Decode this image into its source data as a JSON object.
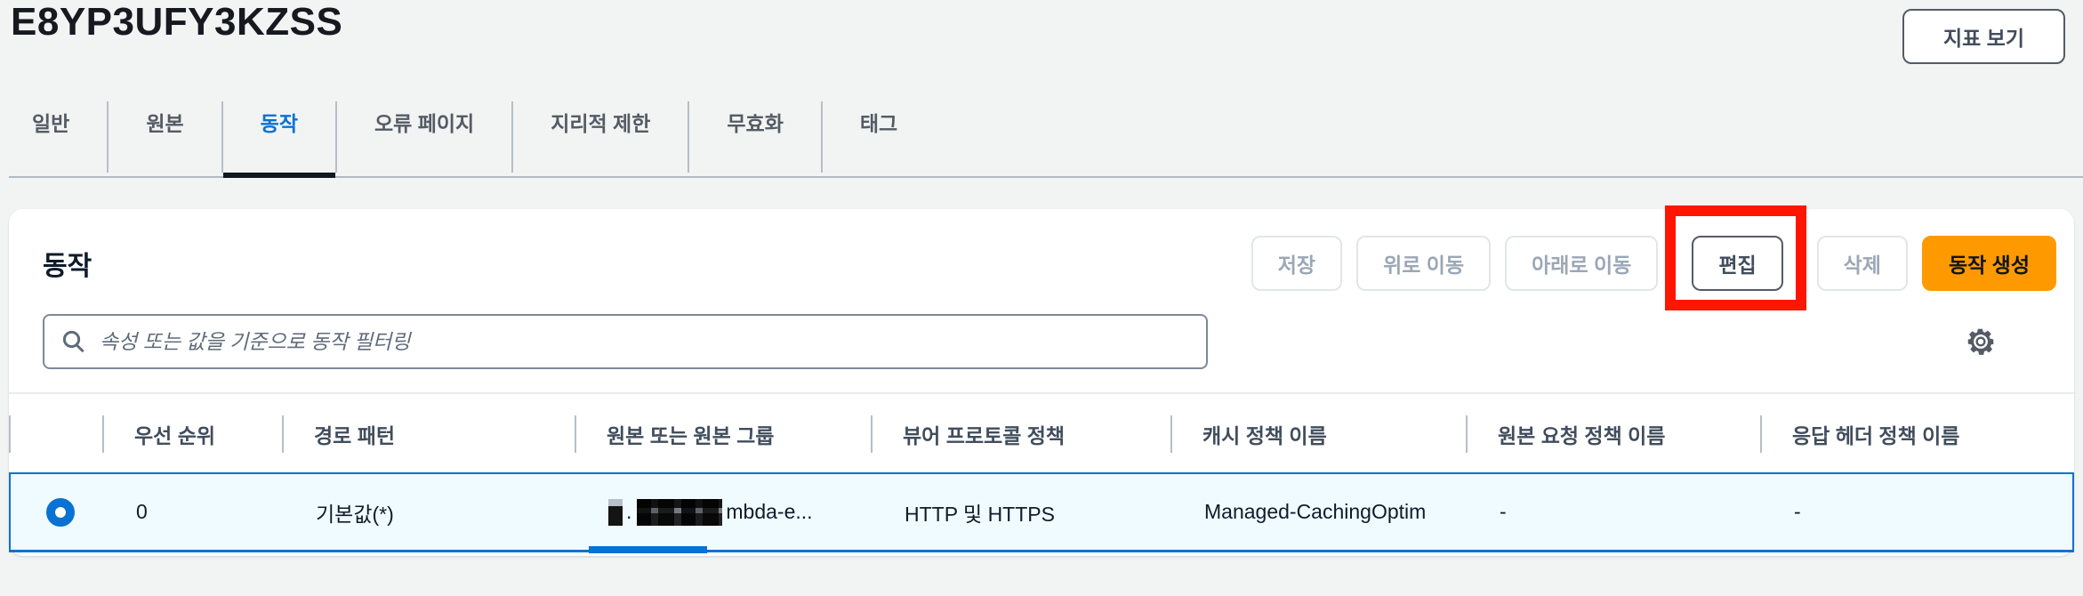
{
  "header": {
    "title": "E8YP3UFY3KZSS",
    "view_metrics_label": "지표 보기"
  },
  "tabs": [
    {
      "label": "일반",
      "active": false
    },
    {
      "label": "원본",
      "active": false
    },
    {
      "label": "동작",
      "active": true
    },
    {
      "label": "오류 페이지",
      "active": false
    },
    {
      "label": "지리적 제한",
      "active": false
    },
    {
      "label": "무효화",
      "active": false
    },
    {
      "label": "태그",
      "active": false
    }
  ],
  "behaviors": {
    "heading": "동작",
    "toolbar": {
      "save": "저장",
      "move_up": "위로 이동",
      "move_down": "아래로 이동",
      "edit": "편집",
      "delete": "삭제",
      "create": "동작 생성"
    },
    "toolbar_state": {
      "save": "disabled",
      "move_up": "disabled",
      "move_down": "disabled",
      "edit": "enabled",
      "delete": "disabled",
      "create": "primary"
    },
    "filter": {
      "placeholder": "속성 또는 값을 기준으로 동작 필터링"
    },
    "table": {
      "columns": [
        "우선 순위",
        "경로 패턴",
        "원본 또는 원본 그룹",
        "뷰어 프로토콜 정책",
        "캐시 정책 이름",
        "원본 요청 정책 이름",
        "응답 헤더 정책 이름"
      ],
      "row": {
        "selected": true,
        "priority": "0",
        "path_pattern": "기본값(*)",
        "origin_redacted": true,
        "origin_redaction_separator": ".",
        "origin_visible_text": "mbda-e...",
        "viewer_protocol_policy": "HTTP 및 HTTPS",
        "cache_policy_name": "Managed-CachingOptim",
        "origin_request_policy_name": "-",
        "response_headers_policy_name": "-"
      }
    }
  },
  "annotation": {
    "type": "red-box",
    "target": "edit-button",
    "color": "#ff1500"
  },
  "colors": {
    "accent_blue": "#0972d3",
    "primary_orange": "#ff9900",
    "annotation_red": "#ff1500",
    "selected_row_bg": "#f0fbff",
    "page_bg": "#f2f3f3"
  },
  "icons": {
    "search": "magnifier",
    "settings": "gear",
    "row_select": "radio-selected"
  }
}
